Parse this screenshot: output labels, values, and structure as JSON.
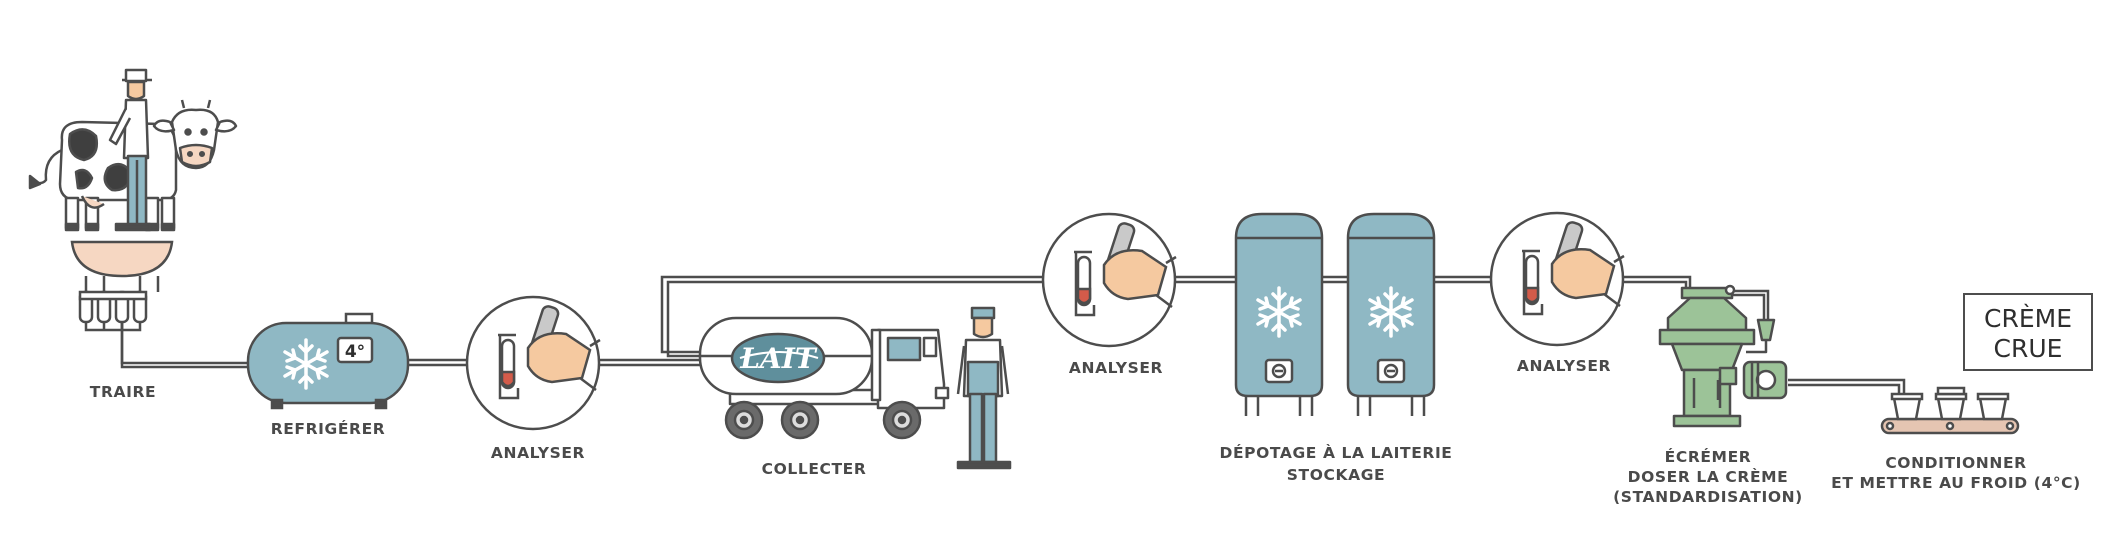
{
  "steps": {
    "traire": "TRAIRE",
    "refrigerer": "REFRIGÉRER",
    "analyser_1": "ANALYSER",
    "collecter": "COLLECTER",
    "analyser_2": "ANALYSER",
    "depotage_1": "DÉPOTAGE À LA LAITERIE",
    "depotage_2": "STOCKAGE",
    "analyser_3": "ANALYSER",
    "ecremer_1": "ÉCRÉMER",
    "ecremer_2": "DOSER LA CRÈME",
    "ecremer_3": "(STANDARDISATION)",
    "conditionner_1": "CONDITIONNER",
    "conditionner_2": "ET METTRE AU FROID (4°C)"
  },
  "product": {
    "line_1": "CRÈME",
    "line_2": "CRUE"
  },
  "truck_label": "LAIT",
  "fridge_temp": "4°",
  "colors": {
    "outline": "#4d4d4d",
    "tank_blue": "#8fb8c4",
    "skin": "#f5c9a0",
    "separator_green": "#9cc398",
    "udder_pink": "#f6d7c2",
    "belt": "#e5c5b2"
  },
  "icons": [
    "cow-icon",
    "farmer-icon",
    "milking-cluster-icon",
    "snowflake-icon",
    "test-tube-icon",
    "hand-icon",
    "milk-truck-icon",
    "silo-icon",
    "cream-separator-icon",
    "cream-cup-icon",
    "conveyor-icon"
  ]
}
